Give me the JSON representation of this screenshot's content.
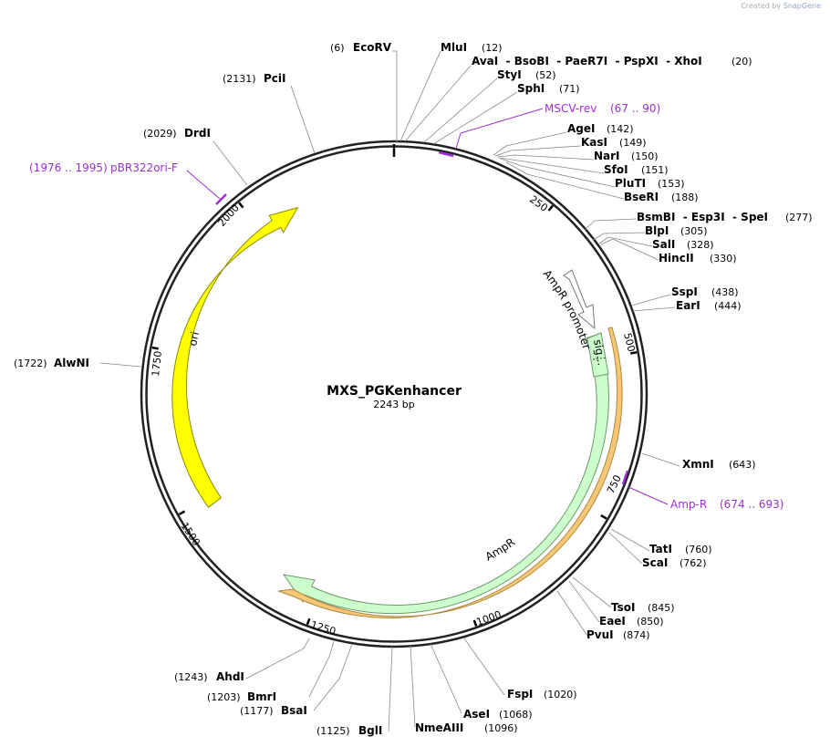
{
  "credit": {
    "prefix": "Created by",
    "brand": "SnapGene"
  },
  "plasmid": {
    "name": "MXS_PGKenhancer",
    "size_label": "2243 bp",
    "length": 2243
  },
  "ticks": [
    {
      "pos": 250,
      "label": "250"
    },
    {
      "pos": 500,
      "label": "500"
    },
    {
      "pos": 750,
      "label": "750"
    },
    {
      "pos": 1000,
      "label": "1000"
    },
    {
      "pos": 1250,
      "label": "1250"
    },
    {
      "pos": 1500,
      "label": "1500"
    },
    {
      "pos": 1750,
      "label": "1750"
    },
    {
      "pos": 2000,
      "label": "2000"
    }
  ],
  "features": [
    {
      "name": "ori",
      "label": "ori",
      "color": "#ffff00",
      "stroke": "#8a8a00"
    },
    {
      "name": "ampr",
      "label": "AmpR",
      "color": "#ccffcc",
      "stroke": "#6f996f"
    },
    {
      "name": "ampr-promoter",
      "label": "AmpR promoter",
      "color": "#ffffff",
      "stroke": "#777777"
    },
    {
      "name": "sig",
      "label": "sig...",
      "color": "#ccffcc",
      "stroke": "#6f996f"
    },
    {
      "name": "orf",
      "label": "",
      "color": "#f7c777",
      "stroke": "#b08a40"
    }
  ],
  "primers": [
    {
      "name": "MSCV-rev",
      "range": "(67 .. 90)",
      "color": "#9b30d0"
    },
    {
      "name": "Amp-R",
      "range": "(674 .. 693)",
      "color": "#9b30d0"
    },
    {
      "name": "pBR322ori-F",
      "range": "(1976 .. 1995)",
      "color": "#9b30d0"
    }
  ],
  "enzymes": [
    {
      "name": "EcoRV",
      "pos": "(6)"
    },
    {
      "name": "MluI",
      "pos": "(12)"
    },
    {
      "name": "AvaI  - BsoBI  - PaeR7I  - PspXI  - XhoI",
      "pos": "(20)"
    },
    {
      "name": "StyI",
      "pos": "(52)"
    },
    {
      "name": "SphI",
      "pos": "(71)"
    },
    {
      "name": "AgeI",
      "pos": "(142)"
    },
    {
      "name": "KasI",
      "pos": "(149)"
    },
    {
      "name": "NarI",
      "pos": "(150)"
    },
    {
      "name": "SfoI",
      "pos": "(151)"
    },
    {
      "name": "PluTI",
      "pos": "(153)"
    },
    {
      "name": "BseRI",
      "pos": "(188)"
    },
    {
      "name": "BsmBI  - Esp3I  - SpeI",
      "pos": "(277)"
    },
    {
      "name": "BlpI",
      "pos": "(305)"
    },
    {
      "name": "SalI",
      "pos": "(328)"
    },
    {
      "name": "HincII",
      "pos": "(330)"
    },
    {
      "name": "SspI",
      "pos": "(438)"
    },
    {
      "name": "EarI",
      "pos": "(444)"
    },
    {
      "name": "XmnI",
      "pos": "(643)"
    },
    {
      "name": "TatI",
      "pos": "(760)"
    },
    {
      "name": "ScaI",
      "pos": "(762)"
    },
    {
      "name": "TsoI",
      "pos": "(845)"
    },
    {
      "name": "EaeI",
      "pos": "(850)"
    },
    {
      "name": "PvuI",
      "pos": "(874)"
    },
    {
      "name": "FspI",
      "pos": "(1020)"
    },
    {
      "name": "AseI",
      "pos": "(1068)"
    },
    {
      "name": "NmeAIII",
      "pos": "(1096)"
    },
    {
      "name": "BglI",
      "pos": "(1125)"
    },
    {
      "name": "BsaI",
      "pos": "(1177)"
    },
    {
      "name": "BmrI",
      "pos": "(1203)"
    },
    {
      "name": "AhdI",
      "pos": "(1243)"
    },
    {
      "name": "AlwNI",
      "pos": "(1722)"
    },
    {
      "name": "DrdI",
      "pos": "(2029)"
    },
    {
      "name": "PciI",
      "pos": "(2131)"
    }
  ]
}
